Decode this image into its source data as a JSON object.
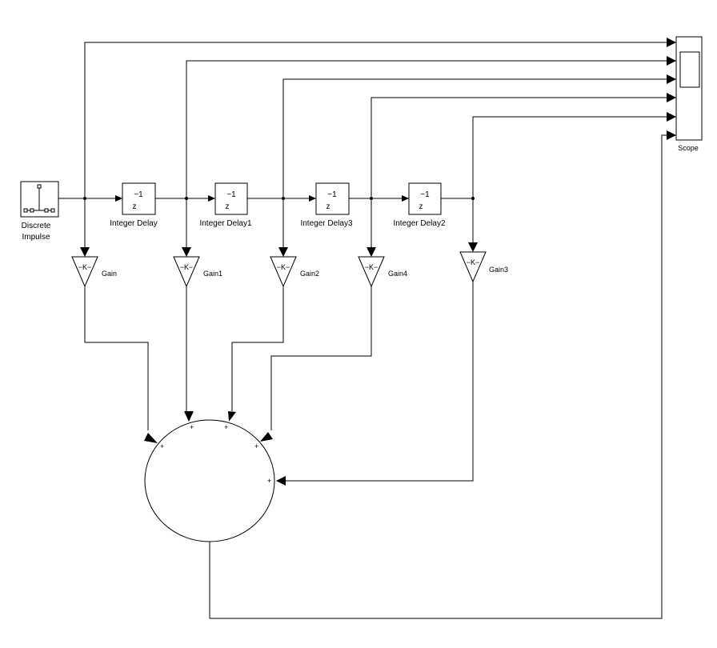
{
  "source": {
    "label_line1": "Discrete",
    "label_line2": "Impulse"
  },
  "delays": [
    {
      "numerator": "−1",
      "denominator": "z",
      "label": "Integer Delay"
    },
    {
      "numerator": "−1",
      "denominator": "z",
      "label": "Integer Delay1"
    },
    {
      "numerator": "−1",
      "denominator": "z",
      "label": "Integer Delay3"
    },
    {
      "numerator": "−1",
      "denominator": "z",
      "label": "Integer Delay2"
    }
  ],
  "gains": [
    {
      "value": "−K−",
      "label": "Gain"
    },
    {
      "value": "−K−",
      "label": "Gain1"
    },
    {
      "value": "−K−",
      "label": "Gain2"
    },
    {
      "value": "−K−",
      "label": "Gain4"
    },
    {
      "value": "−K−",
      "label": "Gain3"
    }
  ],
  "sum": {
    "signs": [
      "+",
      "+",
      "+",
      "+",
      "+"
    ]
  },
  "scope": {
    "label": "Scope"
  }
}
